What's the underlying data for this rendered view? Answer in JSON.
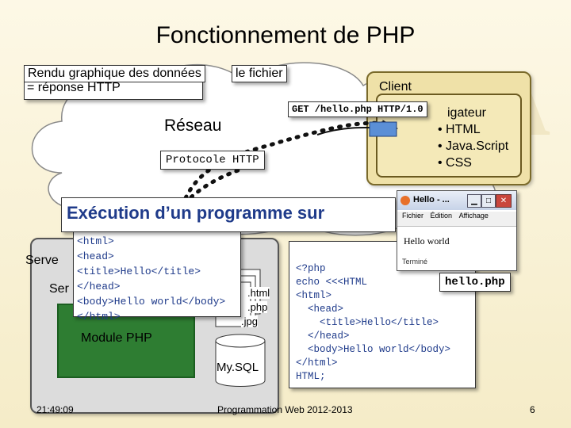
{
  "slide": {
    "title": "Fonctionnement de PHP",
    "rendu_front": "Rendu graphique des données",
    "rendu_tail": "le fichier",
    "rendu_line2": "= réponse HTTP",
    "client_label": "Client",
    "navigator_partial": "igateur",
    "navigator_items": [
      "• HTML",
      "• Java.Script",
      "• CSS"
    ],
    "reseau": "Réseau",
    "get_request": "GET /hello.php HTTP/1.0",
    "protocole": "Protocole HTTP",
    "execution": "Exécution d’un programme sur",
    "server_label_1": "Serve",
    "server_label_2": "Ser",
    "module_php": "Module PHP",
    "files": [
      ".html",
      ".php",
      ".jpg"
    ],
    "mysql": "My.SQL",
    "html_lines": [
      "<html>",
      "<head>",
      "<title>Hello</title>",
      "</head>",
      "<body>Hello world</body>",
      "</html>"
    ],
    "php_lines": [
      "<?php",
      "echo <<<HTML",
      "<html>",
      "  <head>",
      "    <title>Hello</title>",
      "  </head>",
      "  <body>Hello world</body>",
      "</html>",
      "HTML;"
    ],
    "hello_tag": "hello.php",
    "browser": {
      "title": "Hello - ...",
      "menu": [
        "Fichier",
        "Édition",
        "Affichage"
      ],
      "content": "Hello world",
      "status": "Terminé"
    },
    "footer_time": "21:49:09",
    "footer_course": "Programmation Web 2012-2013",
    "footer_page": "6"
  },
  "colors": {
    "module": "#2e7d32",
    "code_text": "#1e3a8a",
    "exec_text": "#1f3b8a"
  }
}
